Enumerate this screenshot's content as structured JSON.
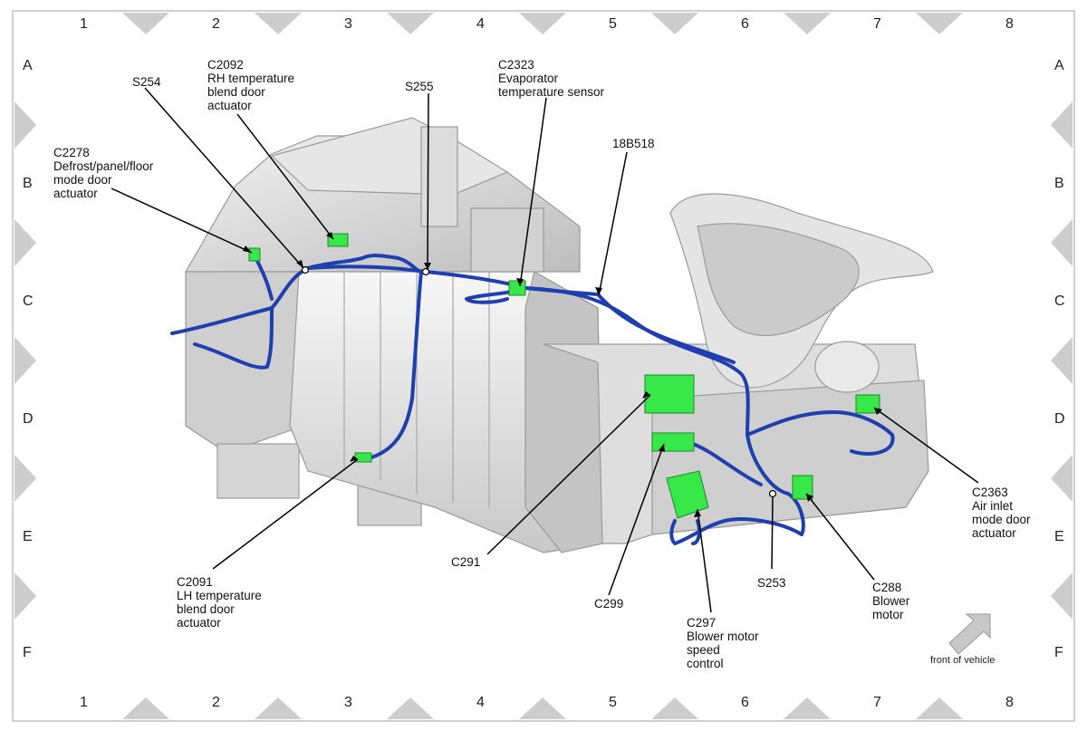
{
  "grid": {
    "columns": [
      "1",
      "2",
      "3",
      "4",
      "5",
      "6",
      "7",
      "8"
    ],
    "rows": [
      "A",
      "B",
      "C",
      "D",
      "E",
      "F"
    ]
  },
  "labels": {
    "s254": "S254",
    "c2092": [
      "C2092",
      "RH temperature",
      "blend door",
      "actuator"
    ],
    "s255": "S255",
    "c2323": [
      "C2323",
      "Evaporator",
      "temperature sensor"
    ],
    "b518": "18B518",
    "c2278": [
      "C2278",
      "Defrost/panel/floor",
      "mode door",
      "actuator"
    ],
    "c2091": [
      "C2091",
      "LH temperature",
      "blend door",
      "actuator"
    ],
    "c291": "C291",
    "c299": "C299",
    "c297": [
      "C297",
      "Blower motor",
      "speed",
      "control"
    ],
    "s253": "S253",
    "c288": [
      "C288",
      "Blower",
      "motor"
    ],
    "c2363": [
      "C2363",
      "Air inlet",
      "mode door",
      "actuator"
    ]
  },
  "orientation": {
    "text": "front of vehicle"
  },
  "colors": {
    "harness": "#1f3fae",
    "connector": "#38e84a",
    "housing": "#d9d9d9",
    "border": "#d0d0d0"
  }
}
